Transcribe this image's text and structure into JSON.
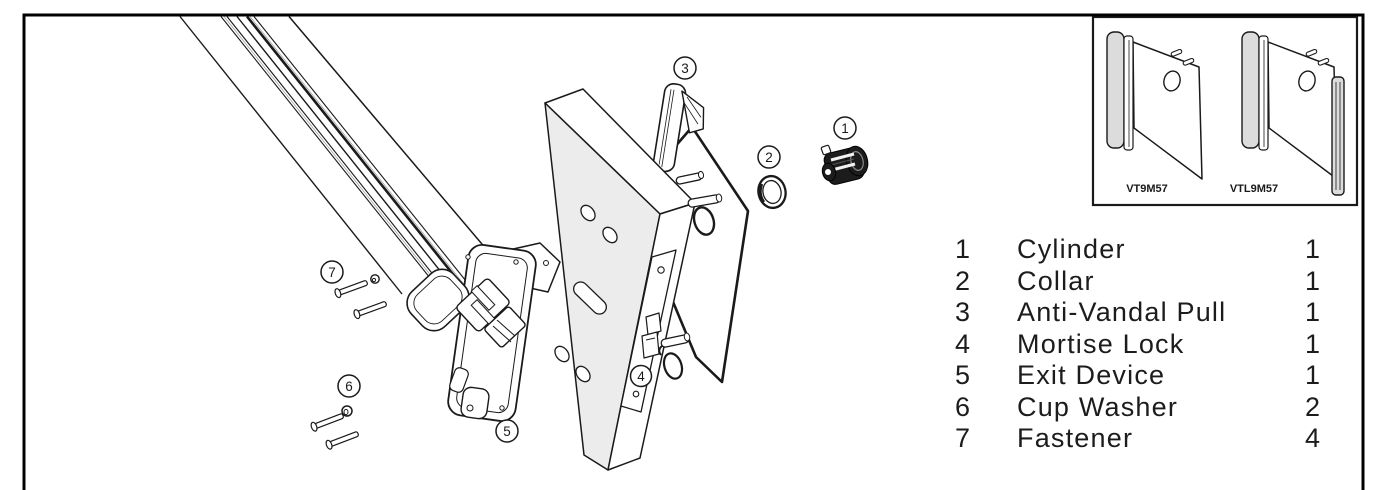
{
  "parts_list": {
    "rows": [
      {
        "num": "1",
        "name": "Cylinder",
        "qty": "1"
      },
      {
        "num": "2",
        "name": "Collar",
        "qty": "1"
      },
      {
        "num": "3",
        "name": "Anti-Vandal Pull",
        "qty": "1"
      },
      {
        "num": "4",
        "name": "Mortise Lock",
        "qty": "1"
      },
      {
        "num": "5",
        "name": "Exit Device",
        "qty": "1"
      },
      {
        "num": "6",
        "name": "Cup Washer",
        "qty": "2"
      },
      {
        "num": "7",
        "name": "Fastener",
        "qty": "4"
      }
    ]
  },
  "inset": {
    "models": [
      {
        "label": "VT9M57"
      },
      {
        "label": "VTL9M57"
      }
    ]
  },
  "diagram": {
    "callouts": [
      "1",
      "2",
      "3",
      "4",
      "5",
      "6",
      "7"
    ]
  },
  "colors": {
    "line": "#1a1a1a",
    "door_face": "#ececec",
    "grip_shade": "#dcdcdc",
    "cylinder_dark": "#1c1c1c"
  }
}
